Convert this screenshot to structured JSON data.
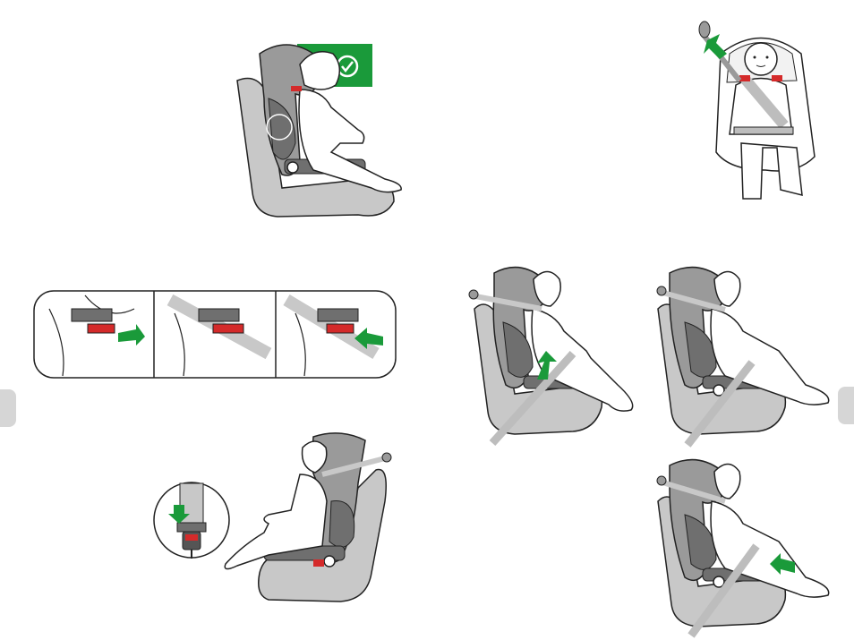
{
  "page": {
    "background": "#ffffff"
  },
  "colors": {
    "seat_gray": "#c8c8c8",
    "shell_gray": "#9a9a9a",
    "dark_gray": "#6f6f6f",
    "outline": "#222222",
    "arrow_green": "#1a9a3a",
    "belt_red": "#d42a2a",
    "side_tab": "#d6d6d6"
  },
  "icons": {
    "ok_badge": "checkmark-circle-icon",
    "push_arrow": "arrow-icon",
    "belt_guide": "belt-guide-icon"
  },
  "panels": [
    {
      "name": "seat-upright-ok-figure"
    },
    {
      "name": "child-belt-front-figure"
    },
    {
      "name": "belt-guide-steps-strip",
      "steps": 3
    },
    {
      "name": "belt-routing-side-figure-1"
    },
    {
      "name": "belt-routing-side-figure-2"
    },
    {
      "name": "buckle-lock-figure"
    },
    {
      "name": "belt-routing-side-figure-3"
    }
  ]
}
